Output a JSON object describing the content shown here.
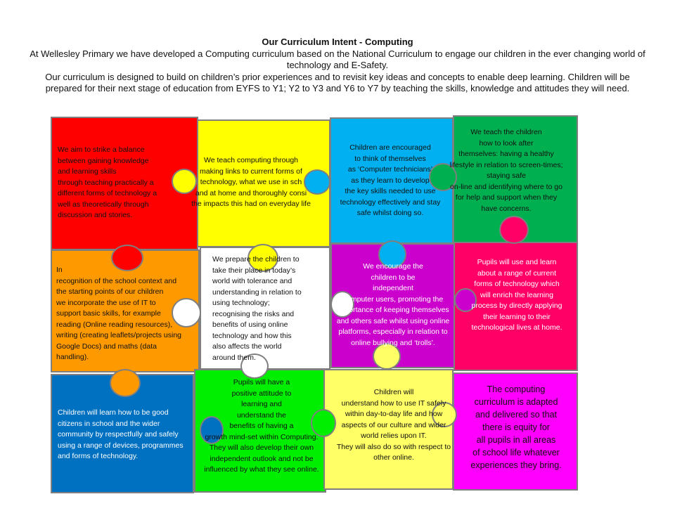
{
  "header": {
    "title": "Our Curriculum Intent - Computing",
    "para1": "At Wellesley Primary we have developed a Computing curriculum based on the National Curriculum to engage our children in the ever changing world of technology and E-Safety.",
    "para2": "Our curriculum  is designed to build on children’s prior experiences and to revisit key ideas and concepts to enable deep learning. Children will be prepared for their next stage of education from EYFS to Y1; Y2 to Y3 and Y6 to Y7 by teaching the skills, knowledge and attitudes they will need."
  },
  "pieces": [
    {
      "color": "#ff0000",
      "text": "We aim to  strike a balance\nbetween  gaining knowledge\nand learning skills\nthrough teaching practically a\ndifferent forms of technology a\nwell as theoretically through\ndiscussion and stories."
    },
    {
      "color": "#ffff00",
      "text": "We teach computing through\nmaking links to current forms of\ntechnology, what we use in sch\nand at home and thoroughly consi\nthe  impacts this had on everyday life"
    },
    {
      "color": "#00b0f0",
      "text": "Children are encouraged\nto think of themselves\nas ‘Computer technicians’\nas they learn to develop\nthe key skills needed to use\ntechnology effectively and stay\nsafe whilst doing so."
    },
    {
      "color": "#00b050",
      "text": "We teach the children\nhow to look after\nthemselves: having  a healthy\nlifestyle in relation to screen-times;\nstaying safe\non-line and identifying where to go\nfor help and support when they\nhave concerns."
    },
    {
      "color": "#ff9900",
      "text": "In\nrecognition of the school context and\nthe starting points of our children\nwe incorporate the use of IT to\nsupport basic skills, for example\nreading (Online reading resources),\nwriting (creating leaflets/projects using\nGoogle Docs) and maths  (data\nhandling)."
    },
    {
      "color": "#ffffff",
      "text": "We prepare  the  children to\ntake their place in today’s\nworld with tolerance and\nunderstanding in relation to\nusing technology;\nrecognising the risks and\nbenefits of using online\ntechnology and how this\nalso affects the world\naround them."
    },
    {
      "color": "#cc00cc",
      "text": "We encourage the\nchildren to be\nindependent\ncomputer  users, promoting the\nimportance of keeping themselves\nand others safe whilst using online\nplatforms, especially in relation to\nonline bullying and ‘trolls’."
    },
    {
      "color": "#ff0066",
      "text": "Pupils will use and learn\nabout a range of current\nforms of technology which\nwill enrich the learning\nprocess by directly applying\ntheir learning to their\ntechnological lives at home."
    },
    {
      "color": "#0070c0",
      "text": "Children will learn how to be good\ncitizens in school and the wider\ncommunity by respectfully and safely\nusing a range of devices, programmes\nand forms of technology."
    },
    {
      "color": "#00ee00",
      "text": "Pupils will have a\npositive attitude to\nlearning and\nunderstand the\nbenefits of having a\ngrowth mind-set within Computing.\nThey will also develop their own\nindependent outlook and not be\ninfluenced by what they see online."
    },
    {
      "color": "#ffff66",
      "text": "Children will\nunderstand how to use IT safely\nwithin day-to-day life and how\naspects of our culture and wider\nworld relies upon IT.\nThey will also do so with respect to\nother online."
    },
    {
      "color": "#ff00ff",
      "text": "The computing\ncurriculum is adapted\nand delivered so that\nthere is equity for\nall pupils in all areas\nof school life whatever\nexperiences they bring."
    }
  ]
}
